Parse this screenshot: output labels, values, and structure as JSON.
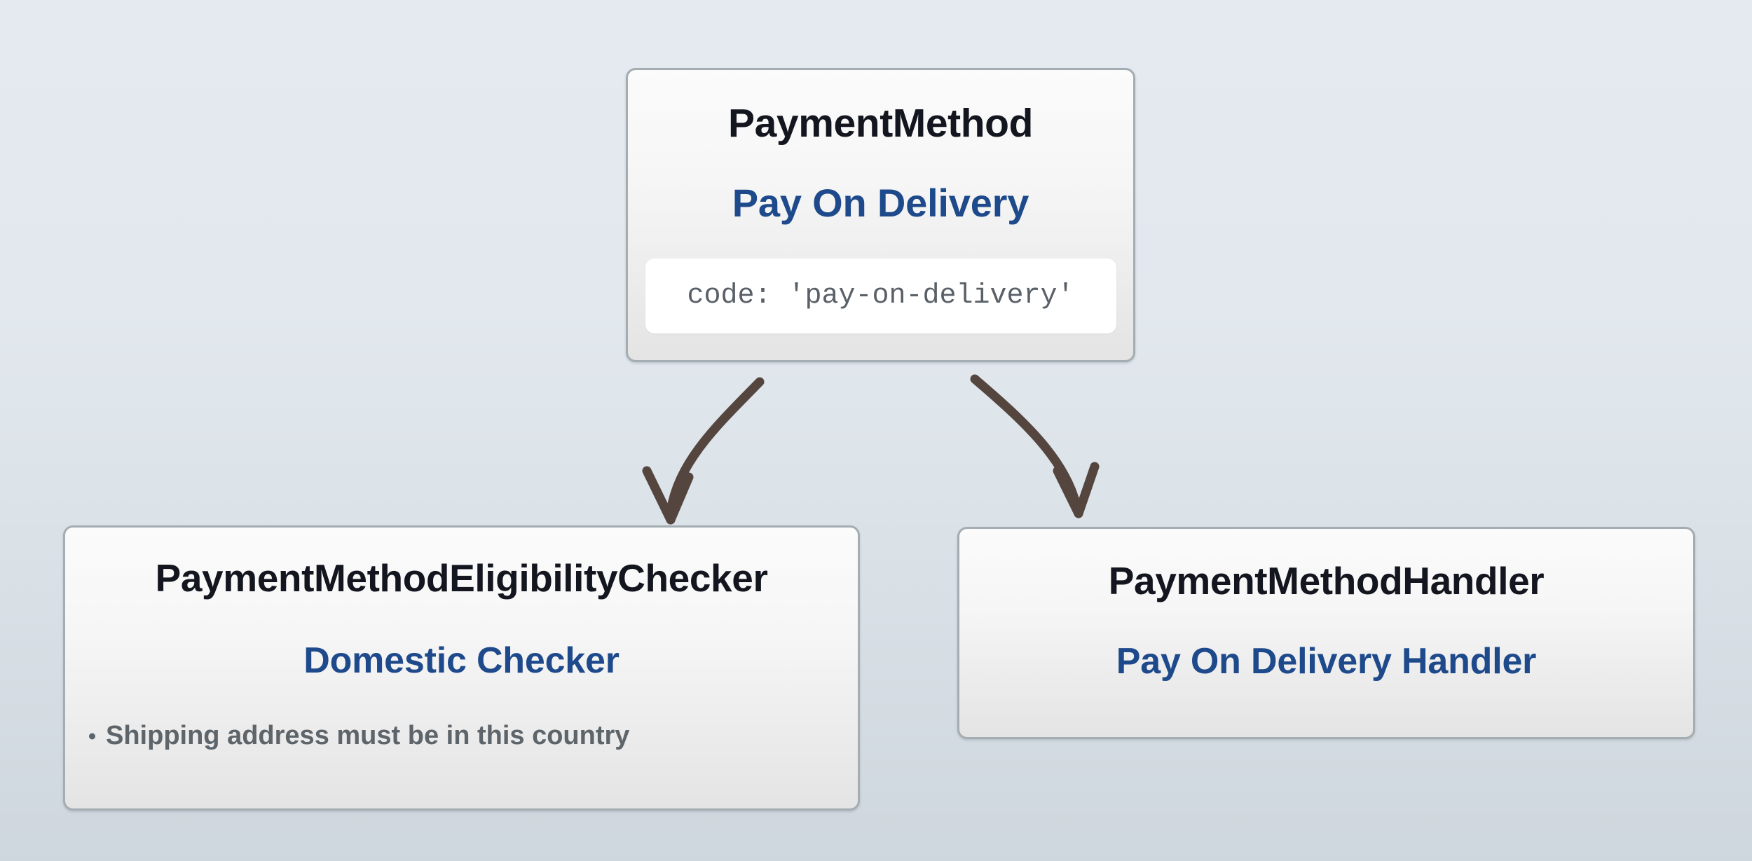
{
  "diagram": {
    "background_top_color": "#e4eaf0",
    "background_bottom_color": "#ced7dd",
    "accent_blue": "#1e4a8c",
    "title_color": "#14161f",
    "muted_text_color": "#5d646a",
    "connector_color": "#54453f",
    "card_border_color": "#a4adb2"
  },
  "nodes": {
    "payment_method": {
      "type_label": "PaymentMethod",
      "name_label": "Pay On Delivery",
      "code_chip": "code: 'pay-on-delivery'"
    },
    "eligibility_checker": {
      "type_label": "PaymentMethodEligibilityChecker",
      "name_label": "Domestic Checker",
      "bullets": [
        "Shipping address must be in this country"
      ]
    },
    "payment_handler": {
      "type_label": "PaymentMethodHandler",
      "name_label": "Pay On Delivery Handler"
    }
  },
  "connectors": [
    {
      "name": "payment-method-to-eligibility-checker",
      "from": "payment_method",
      "to": "eligibility_checker"
    },
    {
      "name": "payment-method-to-payment-handler",
      "from": "payment_method",
      "to": "payment_handler"
    }
  ]
}
